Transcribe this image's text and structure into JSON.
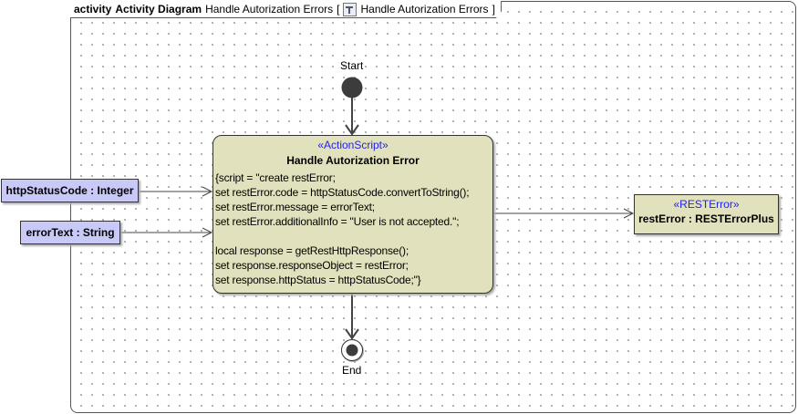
{
  "frame": {
    "kind": "activity",
    "type": "Activity Diagram",
    "name": "Handle Autorization Errors",
    "bracket_open": "[",
    "diagram_ref": "Handle Autorization Errors",
    "bracket_close": "]"
  },
  "start": {
    "label": "Start"
  },
  "end": {
    "label": "End"
  },
  "action": {
    "stereotype": "«ActionScript»",
    "name": "Handle Autorization Error",
    "script": "{script = \"create restError;\nset restError.code = httpStatusCode.convertToString();\nset restError.message = errorText;\nset restError.additionalInfo = \"User is not accepted.\";\n\nlocal response = getRestHttpResponse();\nset response.responseObject = restError;\nset response.httpStatus = httpStatusCode;\"}"
  },
  "pins": [
    {
      "label": "httpStatusCode : Integer"
    },
    {
      "label": "errorText : String"
    }
  ],
  "output": {
    "stereotype": "«RESTError»",
    "name": "restError : RESTErrorPlus"
  },
  "colors": {
    "action_fill": "#e2e1bd",
    "pin_fill": "#c8c9f6",
    "stereotype": "#2222ee"
  }
}
